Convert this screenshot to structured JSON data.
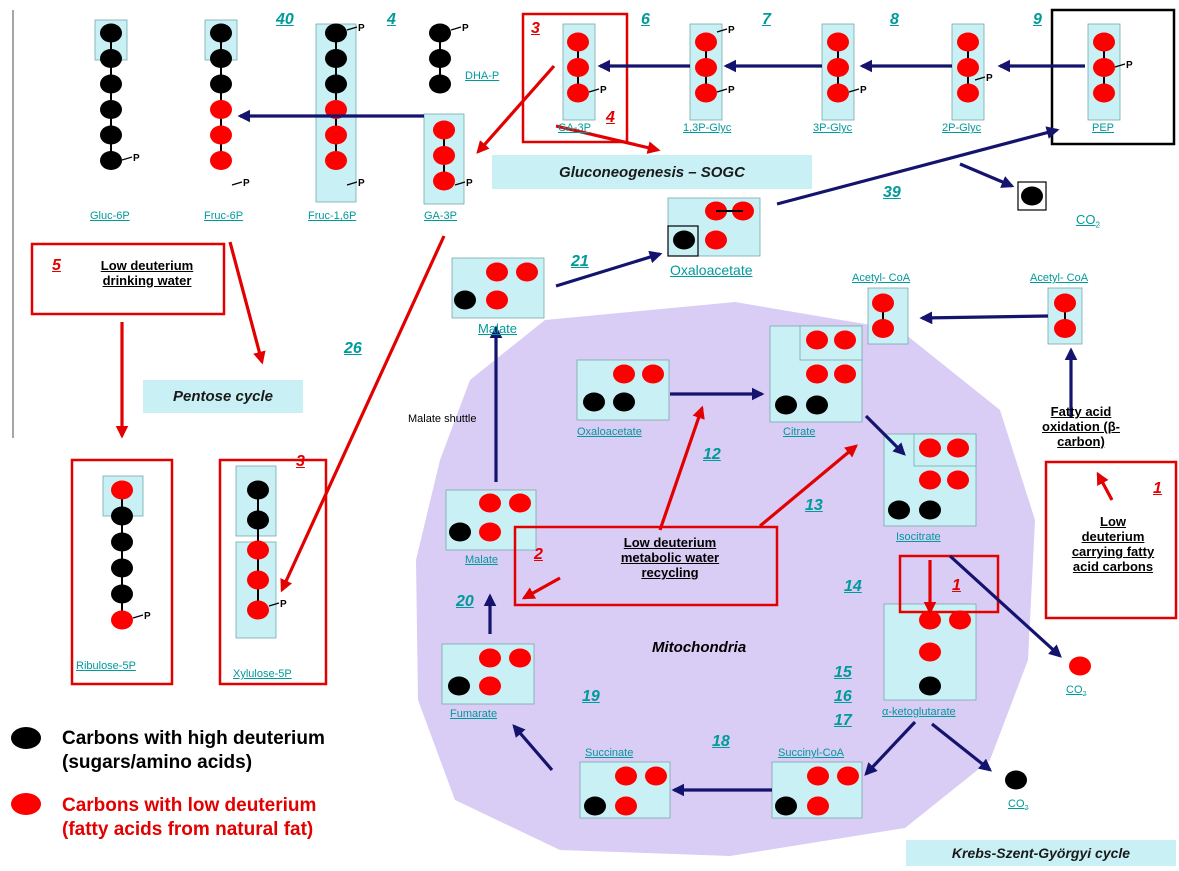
{
  "colors": {
    "high": "#000000",
    "low": "#ff0000",
    "box": "#c9f0f5",
    "teal": "#009a9a",
    "arrow_blue": "#14146e",
    "arrow_red": "#e30000",
    "mito": "#d9ccf5"
  },
  "molecules": {
    "gluc6p": "Gluc-6P",
    "fruc6p": "Fruc-6P",
    "fruc16p": "Fruc-1,6P",
    "ga3p_left": "GA-3P",
    "dhap": "DHA-P",
    "ga3p_top": "GA-3P",
    "glyc13p": "1,3P-Glyc",
    "glyc3p": "3P-Glyc",
    "glyc2p": "2P-Glyc",
    "pep": "PEP",
    "co2_top": "CO",
    "oxaloacetate_top": "Oxaloacetate",
    "malate_top": "Malate",
    "acetyl1": "Acetyl- CoA",
    "acetyl2": "Acetyl- CoA",
    "oxaloacetate_in": "Oxaloacetate",
    "citrate": "Citrate",
    "isocitrate": "Isocitrate",
    "malate_in": "Malate",
    "akg": "α-ketoglutarate",
    "fumarate": "Fumarate",
    "succinate": "Succinate",
    "succinylcoa": "Succinyl-CoA",
    "ribulose": "Ribulose-5P",
    "xylulose": "Xylulose-5P",
    "co2_right": "CO",
    "co2_bottom": "CO"
  },
  "phosphate": "P",
  "co2_sub": "2",
  "steps": {
    "s40": "40",
    "s4a": "4",
    "s6": "6",
    "s7": "7",
    "s8": "8",
    "s9": "9",
    "s39": "39",
    "s21": "21",
    "s26": "26",
    "s12": "12",
    "s13": "13",
    "s14": "14",
    "s15": "15",
    "s16": "16",
    "s17": "17",
    "s18": "18",
    "s19": "19",
    "s20": "20"
  },
  "red_steps": {
    "r3a": "3",
    "r4": "4",
    "r5": "5",
    "r3b": "3",
    "r2": "2",
    "r1a": "1",
    "r1b": "1"
  },
  "bands": {
    "gluconeogenesis": "Gluconeogenesis – SOGC",
    "pentose": "Pentose cycle",
    "krebs": "Krebs-Szent-Györgyi cycle"
  },
  "notes": {
    "water": "Low deuterium\ndrinking water",
    "metabolic": "Low deuterium\nmetabolic water\nrecycling",
    "fatty_ox": "Fatty acid\noxidation (β-\ncarbon)",
    "carrying": "Low\ndeuterium\ncarrying fatty\nacid carbons"
  },
  "malate_shuttle": "Malate shuttle",
  "mitochondria": "Mitochondria",
  "legend": {
    "high": "Carbons with high deuterium\n(sugars/amino acids)",
    "low": "Carbons with low deuterium\n(fatty acids from natural fat)"
  }
}
